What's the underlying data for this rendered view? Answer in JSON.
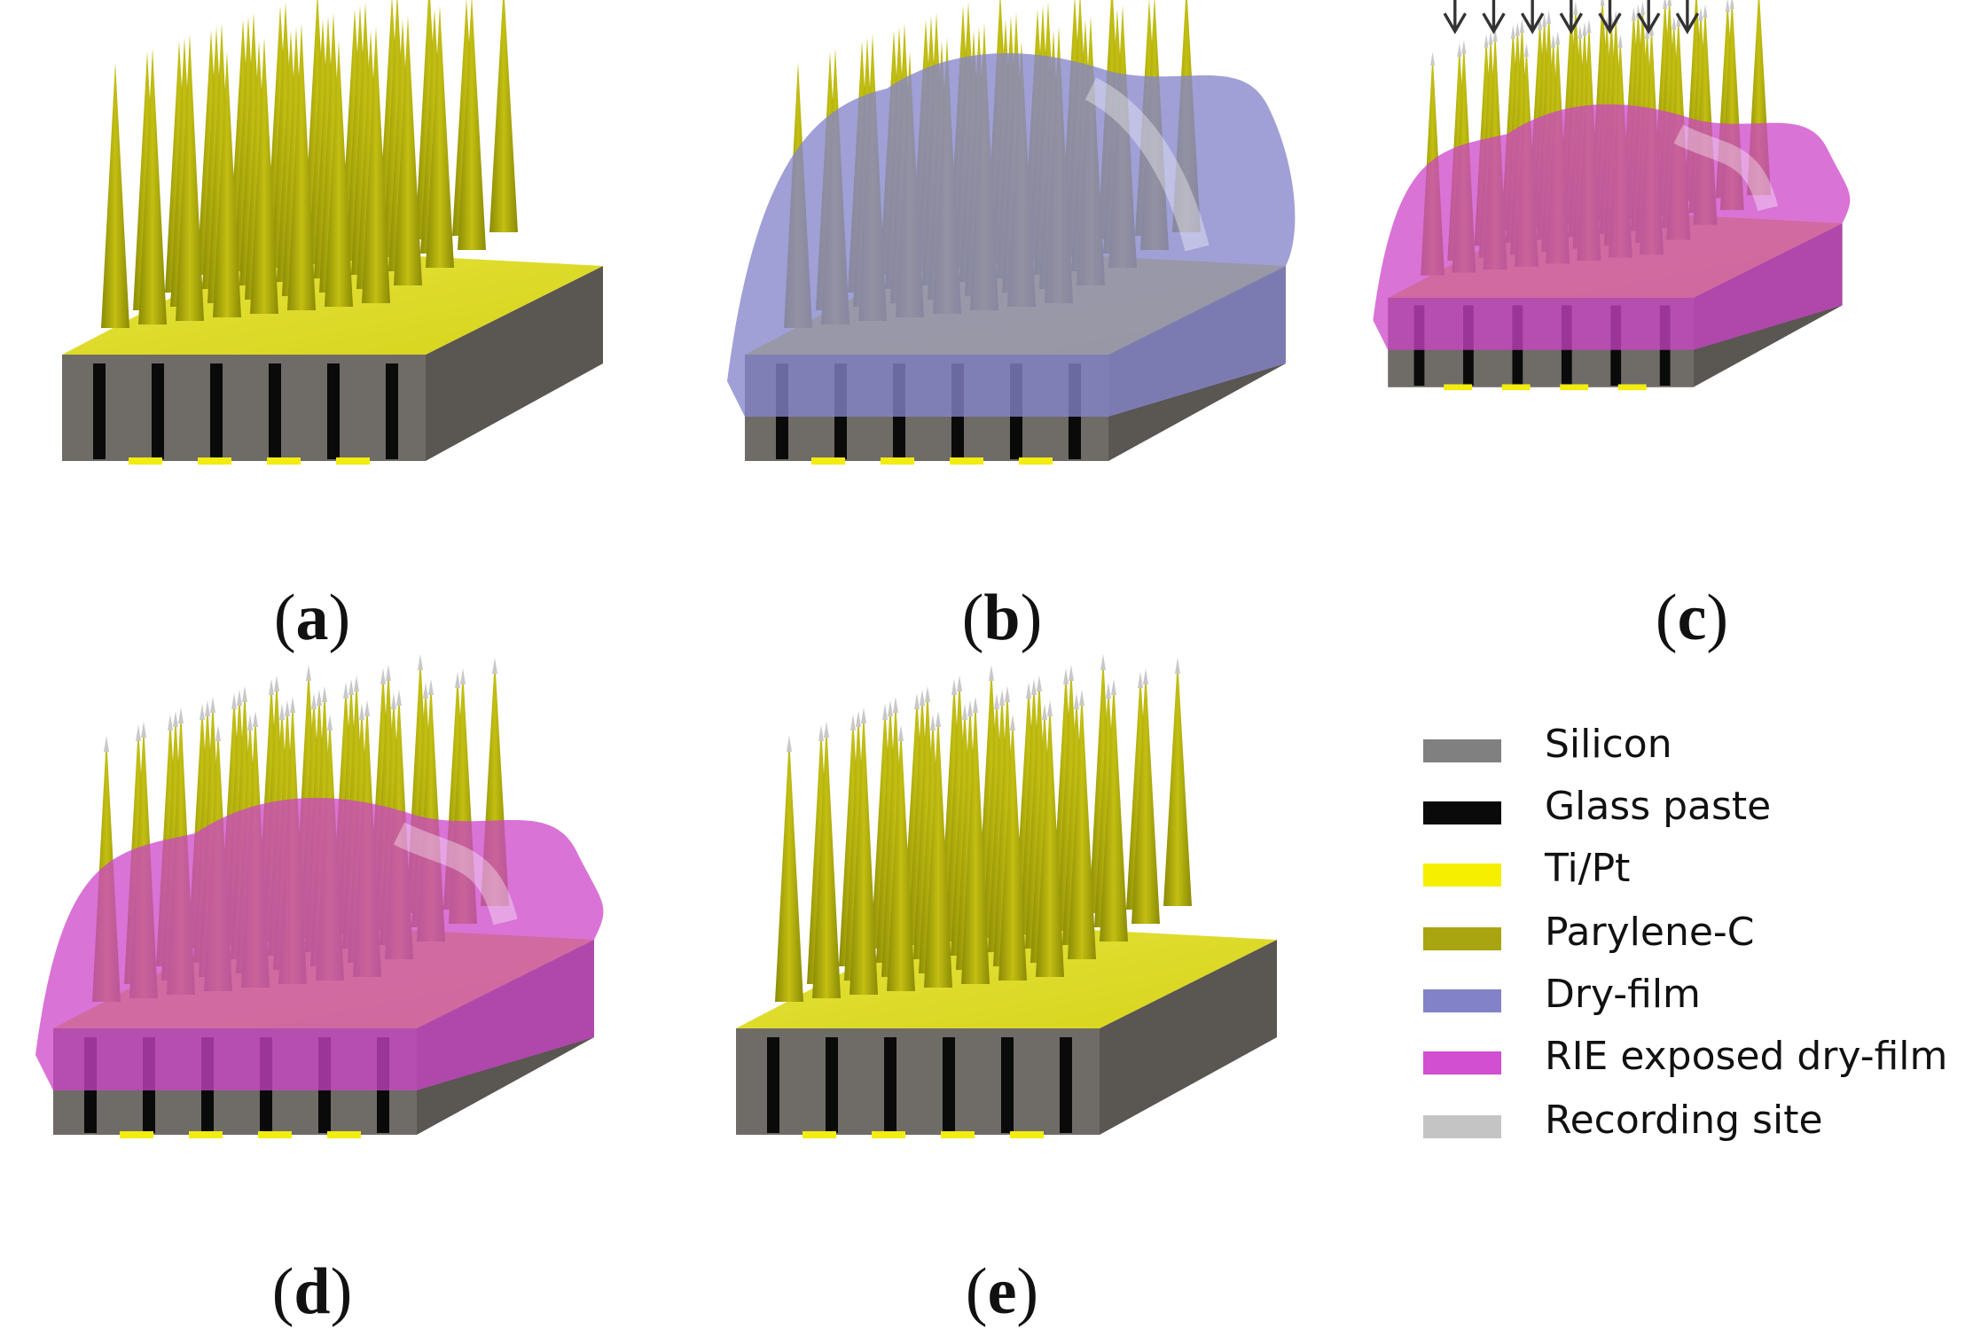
{
  "colors": {
    "silicon": "#6f6b66",
    "silicon_dark": "#5a5652",
    "glass_paste": "#0a0a0a",
    "ti_pt": "#f2ec10",
    "parylene": "#c3bf12",
    "parylene_dark": "#8b8a05",
    "parylene_top": "#e4e23a",
    "dry_film": "#8585cc",
    "rie_film": "#cc44c8",
    "recording_site": "#c8c8c8",
    "arrow": "#333333"
  },
  "panels": [
    {
      "id": "a",
      "label": "a",
      "stage": "parylene"
    },
    {
      "id": "b",
      "label": "b",
      "stage": "dry-film"
    },
    {
      "id": "c",
      "label": "c",
      "stage": "rie-exposure"
    },
    {
      "id": "d",
      "label": "d",
      "stage": "rie-exposed"
    },
    {
      "id": "e",
      "label": "e",
      "stage": "recording-sites"
    }
  ],
  "legend": [
    {
      "label": "Silicon",
      "color": "#808080"
    },
    {
      "label": "Glass paste",
      "color": "#0a0a0a"
    },
    {
      "label": "Ti/Pt",
      "color": "#f5f000"
    },
    {
      "label": "Parylene-C",
      "color": "#a8a510"
    },
    {
      "label": "Dry-film",
      "color": "#8282c8"
    },
    {
      "label": "RIE exposed dry-film",
      "color": "#d14fd0"
    },
    {
      "label": "Recording site",
      "color": "#c4c4c4"
    }
  ]
}
